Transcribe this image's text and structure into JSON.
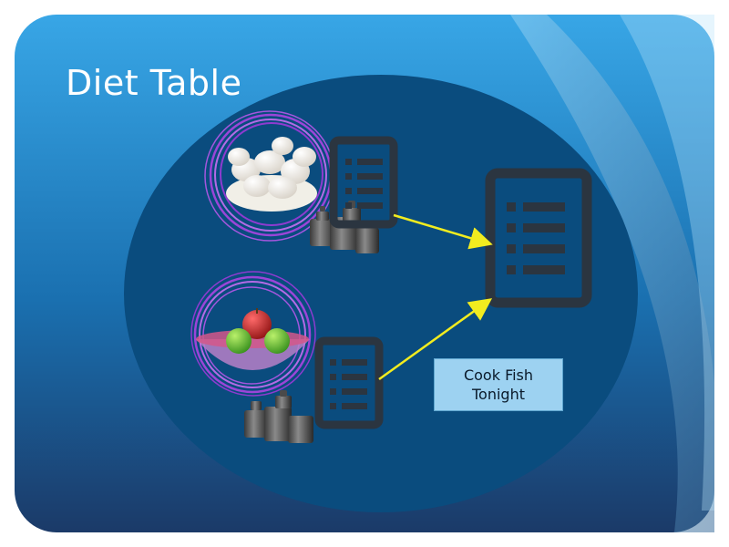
{
  "slide": {
    "title": "Diet Table",
    "note_line1": "Cook Fish",
    "note_line2": "Tonight"
  },
  "colors": {
    "background_light": "#66c0f0",
    "background_dark": "#1a3f6e",
    "oval": "#0a4c7e",
    "document_icon": "#2b3540",
    "arrow": "#f2ec1f",
    "ring": "#9b45d8",
    "note_fill": "#9dd2f1"
  },
  "icons": {
    "egg_bowl": "egg-bowl-icon",
    "apple_bowl": "apple-bowl-icon",
    "weights": "weights-icon",
    "document": "document-list-icon"
  }
}
